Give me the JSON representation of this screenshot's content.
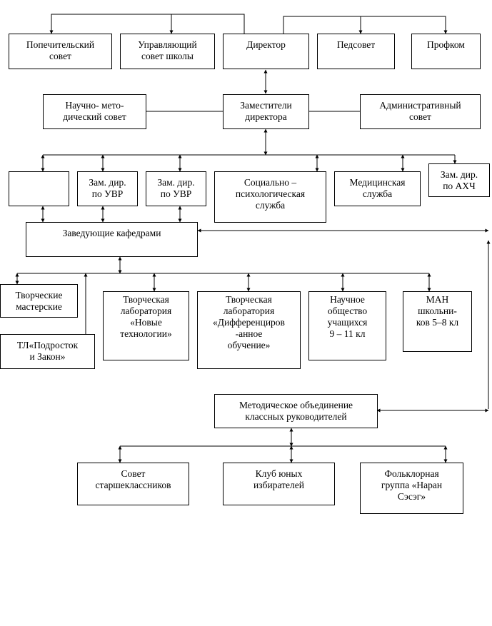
{
  "nodes": {
    "popechitelsky": "Попечительский\nсовет",
    "upravl_sovet": "Управляющий\nсовет школы",
    "director": "Директор",
    "pedsovet": "Педсовет",
    "profkom": "Профком",
    "nauchno_metod": "Научно- мето-\nдический совет",
    "zamestiteli": "Заместители\nдиректора",
    "admin_sovet": "Административный\nсовет",
    "blank": "",
    "zam_uvr_1": "Зам. дир.\nпо УВР",
    "zam_uvr_2": "Зам. дир.\nпо УВР",
    "social_psych": "Социально –\nпсихологическая\nслужба",
    "medical": "Медицинская\nслужба",
    "zam_ahch": "Зам. дир.\nпо АХЧ",
    "zav_kafedrami": "Заведующие кафедрами",
    "tvorch_masterskie": "Творческие\nмастерские",
    "tl_podrostok": "ТЛ«Подросток\nи Закон»",
    "tvorch_lab_new": "Творческая\nлаборатория\n«Новые\nтехнологии»",
    "tvorch_lab_diff": "Творческая\nлаборатория\n«Дифференциров\n-анное\nобучение»",
    "nauch_obsh": "Научное\nобщество\nучащихся\n9 – 11 кл",
    "man": "МАН\nшкольни-\nков 5–8 кл",
    "metod_obed": "Методическое объединение\nклассных руководителей",
    "sovet_starsh": "Совет\nстаршеклассников",
    "klub_izbir": "Клуб юных\nизбирателей",
    "folklor": "Фольклорная\nгруппа «Наран\nСэсэг»"
  }
}
